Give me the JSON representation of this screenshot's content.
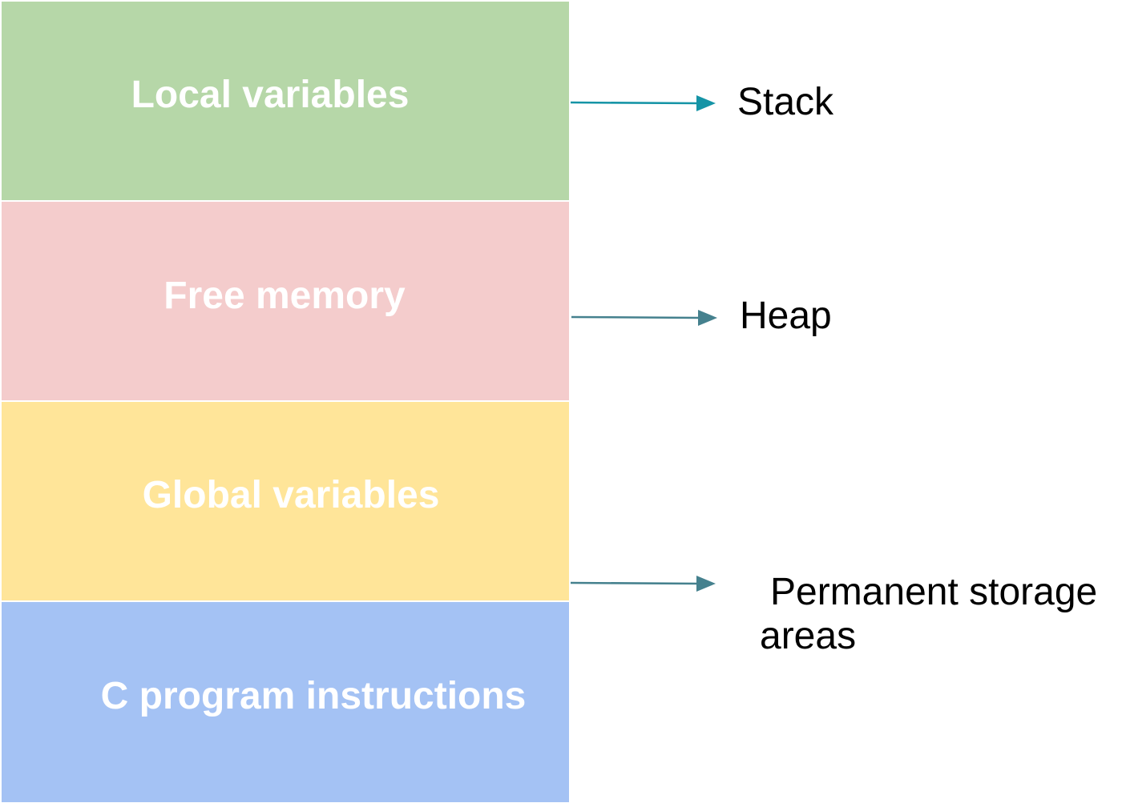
{
  "colors": {
    "local": "#b6d7a8",
    "free": "#f4cccc",
    "global": "#ffe599",
    "code": "#a4c2f4",
    "arrow_stack": "#1594a6",
    "arrow_other": "#45818e"
  },
  "blocks": [
    {
      "label": "Local variables"
    },
    {
      "label": "Free memory"
    },
    {
      "label": "Global variables"
    },
    {
      "label": "C program instructions"
    }
  ],
  "regions": {
    "stack": "Stack",
    "heap": "Heap",
    "permanent_line1": "Permanent storage",
    "permanent_line2": "areas"
  }
}
